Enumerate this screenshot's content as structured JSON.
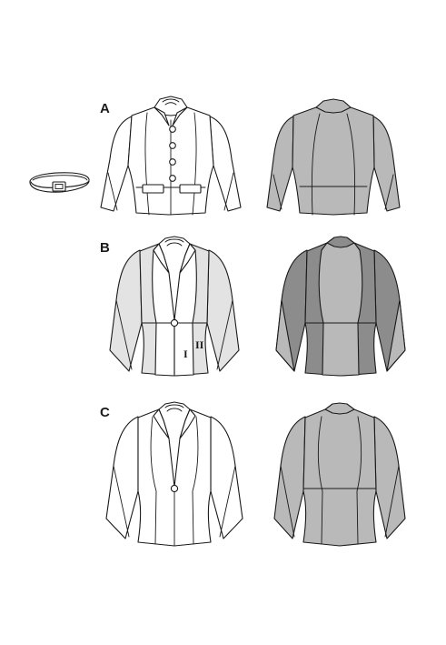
{
  "views": [
    {
      "id": "A",
      "label": "A"
    },
    {
      "id": "B",
      "label": "B",
      "panel_labels": [
        "I",
        "II"
      ]
    },
    {
      "id": "C",
      "label": "C"
    }
  ],
  "colors": {
    "line": "#1a1a1a",
    "light_panel": "#e3e3e3",
    "mid_gray": "#b9b9b9",
    "dark_gray": "#8c8c8c",
    "white": "#ffffff"
  },
  "icons": [
    "belt-icon",
    "button-icon",
    "pocket-flap-icon"
  ]
}
